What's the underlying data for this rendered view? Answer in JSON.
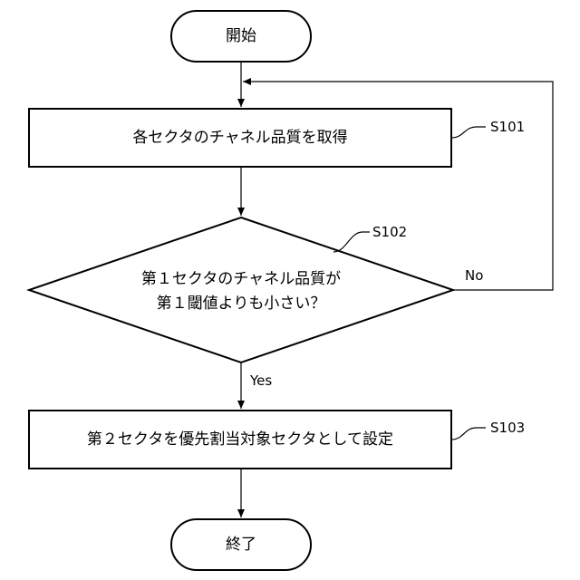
{
  "nodes": {
    "start": {
      "text": "開始"
    },
    "step1": {
      "text": "各セクタのチャネル品質を取得",
      "step_id": "S101"
    },
    "decision": {
      "line1": "第１セクタのチャネル品質が",
      "line2": "第１閾値よりも小さい？",
      "step_id": "S102",
      "yes_label": "Yes",
      "no_label": "No"
    },
    "step3": {
      "text": "第２セクタを優先割当対象セクタとして設定",
      "step_id": "S103"
    },
    "end": {
      "text": "終了"
    }
  }
}
